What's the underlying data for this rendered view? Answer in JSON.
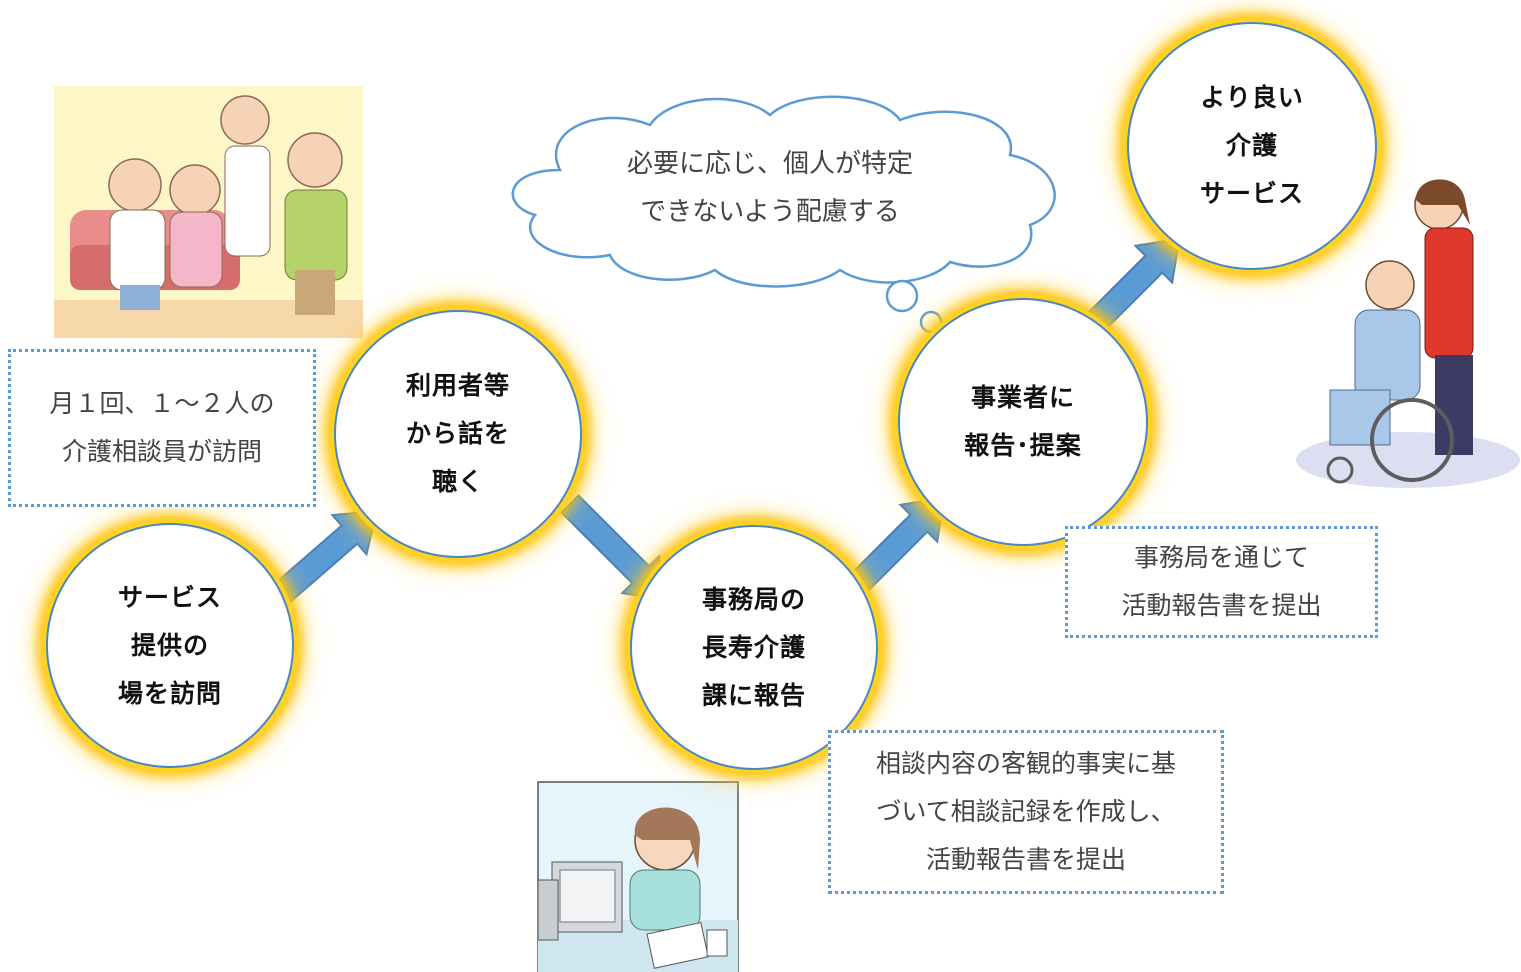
{
  "steps": [
    {
      "lines": [
        "サービス",
        "提供の",
        "場を訪問"
      ]
    },
    {
      "lines": [
        "利用者等",
        "から話を",
        "聴く"
      ]
    },
    {
      "lines": [
        "事務局の",
        "長寿介護",
        "課に報告"
      ]
    },
    {
      "lines": [
        "事業者に",
        "報告･提案"
      ]
    },
    {
      "lines": [
        "より良い",
        "介護",
        "サービス"
      ]
    }
  ],
  "notes": {
    "visit": [
      "月１回、１～２人の",
      "介護相談員が訪問"
    ],
    "record": [
      "相談内容の客観的事実に基",
      "づいて相談記録を作成し、",
      "活動報告書を提出"
    ],
    "submit": [
      "事務局を通じて",
      "活動報告書を提出"
    ]
  },
  "thought": [
    "必要に応じ、個人が特定",
    "できないよう配慮する"
  ],
  "colors": {
    "glow": "#ffd21f",
    "circle_border": "#4a86c5",
    "arrow": "#5b9bd5",
    "note_border": "#5b9bd5"
  },
  "illustrations": [
    "elderly-group-illustration",
    "office-worker-illustration",
    "caregiver-wheelchair-illustration"
  ]
}
